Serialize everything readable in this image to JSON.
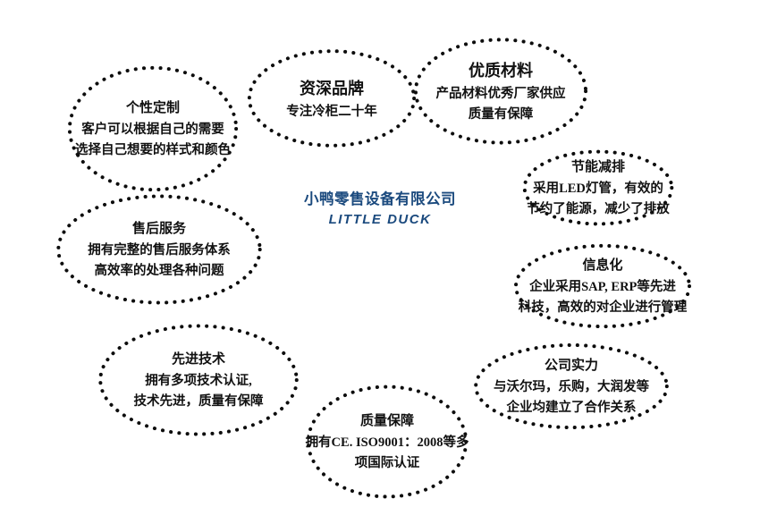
{
  "page": {
    "background_color": "#ffffff",
    "dot_color": "#0d0d0d",
    "text_color": "#111111"
  },
  "center": {
    "company_name": "小鸭零售设备有限公司",
    "brand_name": "LITTLE DUCK",
    "color": "#1b4a7e"
  },
  "bubbles": [
    {
      "id": "custom-design",
      "title": "个性定制",
      "lines": [
        "客户可以根据自己的需要",
        "选择自己想要的样式和颜色"
      ]
    },
    {
      "id": "senior-brand",
      "title": "资深品牌",
      "lines": [
        "专注冷柜二十年"
      ]
    },
    {
      "id": "quality-materials",
      "title": "优质材料",
      "lines": [
        "产品材料优秀厂家供应",
        "质量有保障"
      ]
    },
    {
      "id": "energy-saving",
      "title": "节能减排",
      "lines": [
        "采用LED灯管，有效的",
        "节约了能源，减少了排放"
      ]
    },
    {
      "id": "informatization",
      "title": "信息化",
      "lines": [
        "企业采用SAP, ERP等先进",
        "科技，高效的对企业进行管理"
      ]
    },
    {
      "id": "company-strength",
      "title": "公司实力",
      "lines": [
        "与沃尔玛，乐购，大润发等",
        "企业均建立了合作关系"
      ]
    },
    {
      "id": "after-sales-service",
      "title": "售后服务",
      "lines": [
        "拥有完整的售后服务体系",
        "高效率的处理各种问题"
      ]
    },
    {
      "id": "advanced-technology",
      "title": "先进技术",
      "lines": [
        "拥有多项技术认证,",
        "技术先进，质量有保障"
      ]
    },
    {
      "id": "quality-assurance",
      "title": "质量保障",
      "lines": [
        "拥有CE. ISO9001：2008等多",
        "项国际认证"
      ]
    }
  ]
}
